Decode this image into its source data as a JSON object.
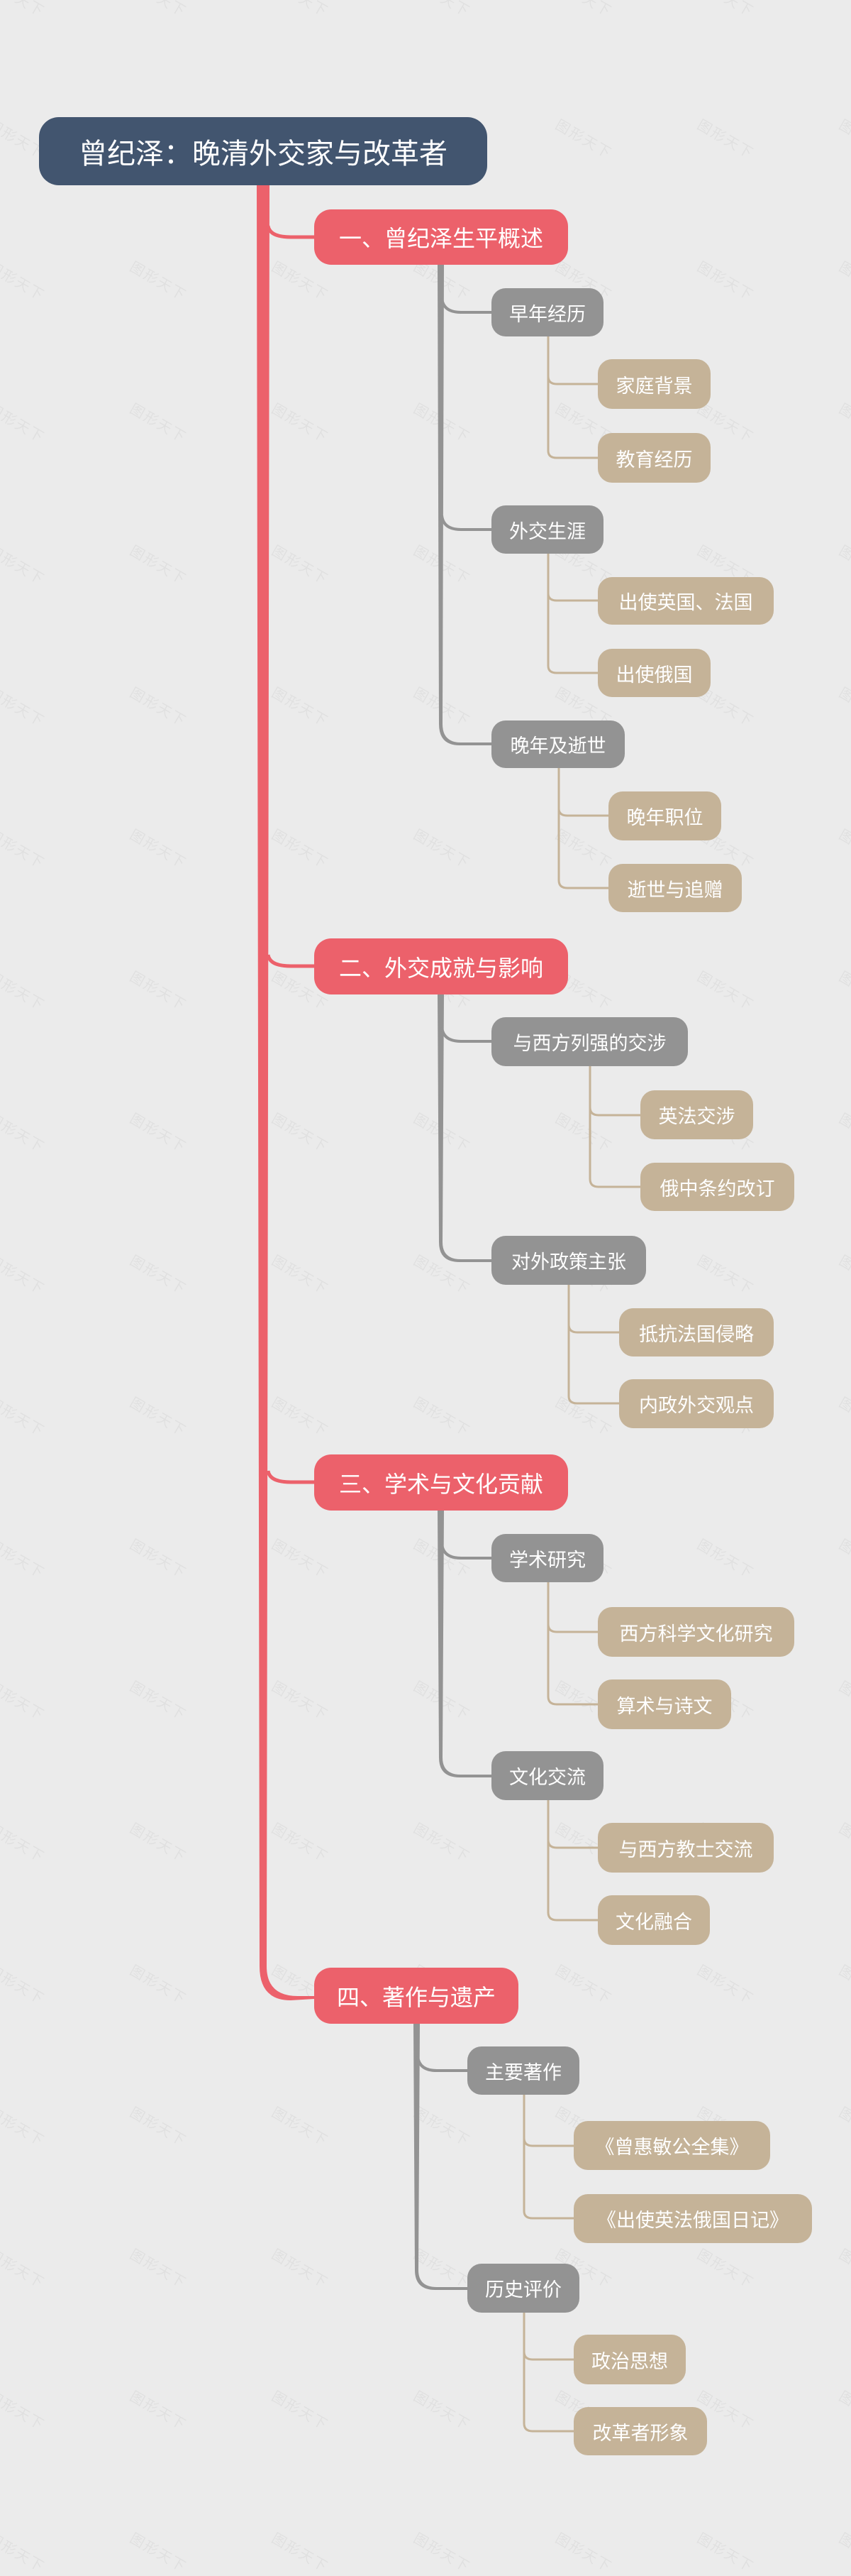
{
  "colors": {
    "background": "#ebebeb",
    "root": "#42556f",
    "section": "#ec616b",
    "sub": "#939393",
    "leaf": "#c5b398"
  },
  "watermark": "图形天下",
  "root": {
    "label": "曾纪泽：晚清外交家与改革者"
  },
  "sections": [
    {
      "label": "一、曾纪泽生平概述",
      "children": [
        {
          "label": "早年经历",
          "children": [
            {
              "label": "家庭背景"
            },
            {
              "label": "教育经历"
            }
          ]
        },
        {
          "label": "外交生涯",
          "children": [
            {
              "label": "出使英国、法国"
            },
            {
              "label": "出使俄国"
            }
          ]
        },
        {
          "label": "晚年及逝世",
          "children": [
            {
              "label": "晚年职位"
            },
            {
              "label": "逝世与追赠"
            }
          ]
        }
      ]
    },
    {
      "label": "二、外交成就与影响",
      "children": [
        {
          "label": "与西方列强的交涉",
          "children": [
            {
              "label": "英法交涉"
            },
            {
              "label": "俄中条约改订"
            }
          ]
        },
        {
          "label": "对外政策主张",
          "children": [
            {
              "label": "抵抗法国侵略"
            },
            {
              "label": "内政外交观点"
            }
          ]
        }
      ]
    },
    {
      "label": "三、学术与文化贡献",
      "children": [
        {
          "label": "学术研究",
          "children": [
            {
              "label": "西方科学文化研究"
            },
            {
              "label": "算术与诗文"
            }
          ]
        },
        {
          "label": "文化交流",
          "children": [
            {
              "label": "与西方教士交流"
            },
            {
              "label": "文化融合"
            }
          ]
        }
      ]
    },
    {
      "label": "四、著作与遗产",
      "children": [
        {
          "label": "主要著作",
          "children": [
            {
              "label": "《曾惠敏公全集》"
            },
            {
              "label": "《出使英法俄国日记》"
            }
          ]
        },
        {
          "label": "历史评价",
          "children": [
            {
              "label": "政治思想"
            },
            {
              "label": "改革者形象"
            }
          ]
        }
      ]
    }
  ]
}
